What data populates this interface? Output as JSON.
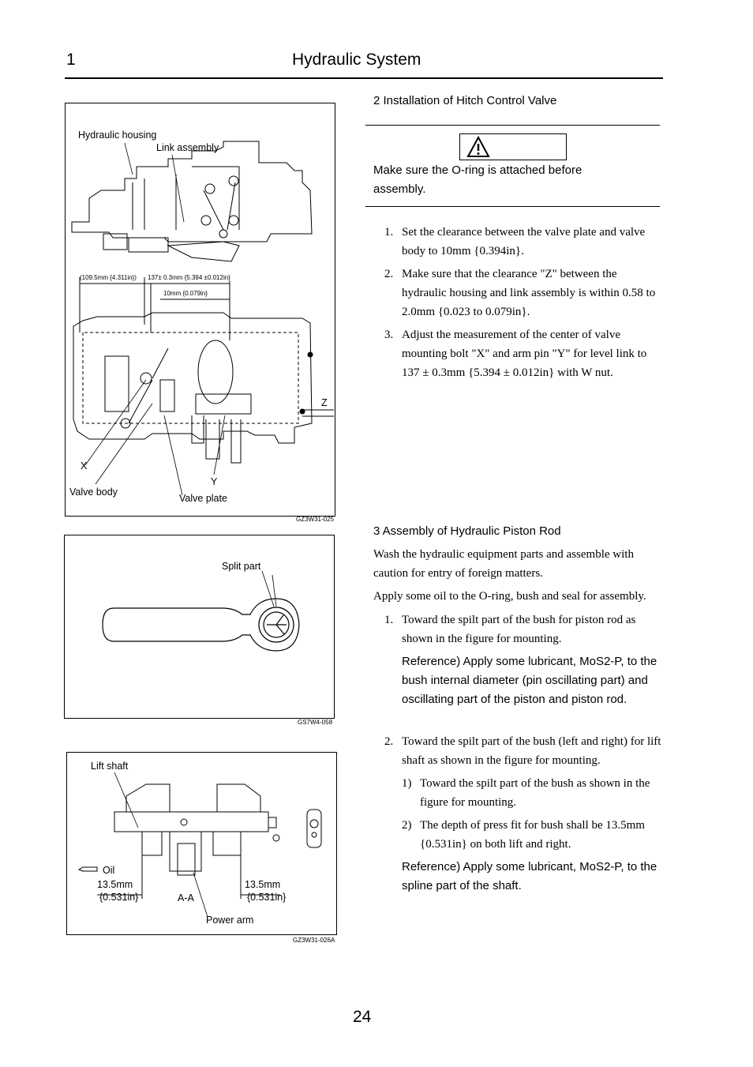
{
  "header": {
    "chapter_number": "1",
    "chapter_title": "Hydraulic System"
  },
  "figures": {
    "fig1": {
      "code": "GZ3W31-025",
      "labels": {
        "hydraulic_housing": "Hydraulic housing",
        "link_assembly": "Link assembly",
        "dim1": "(109.5mm {4.311in})",
        "dim2": "137± 0.3mm {5.394 ±0.012in}",
        "dim3": "10mm {0.079in}",
        "z": "Z",
        "x": "X",
        "y": "Y",
        "valve_body": "Valve body",
        "valve_plate": "Valve plate"
      }
    },
    "fig2": {
      "code": "GS7W4-058",
      "labels": {
        "split_part": "Split part"
      }
    },
    "fig3": {
      "code": "GZ3W31-026A",
      "labels": {
        "lift_shaft": "Lift shaft",
        "oil": "Oil",
        "dim_left_a": "13.5mm",
        "dim_left_b": "{0.531in}",
        "aa": "A-A",
        "dim_right_a": "13.5mm",
        "dim_right_b": "{0.531in}",
        "power_arm": "Power arm"
      }
    }
  },
  "section2": {
    "heading": "2   Installation of Hitch Control Valve",
    "caution": "Make sure the O-ring is attached before assembly.",
    "steps": [
      {
        "num": "1.",
        "text": "Set the clearance between the valve plate and valve body to 10mm {0.394in}."
      },
      {
        "num": "2.",
        "text": "Make sure that the clearance \"Z\" between the hydraulic housing and link assembly is within 0.58 to 2.0mm {0.023 to 0.079in}."
      },
      {
        "num": "3.",
        "text": "Adjust the measurement of the center of valve mounting bolt \"X\" and arm pin \"Y\" for level link to 137 ± 0.3mm {5.394 ± 0.012in} with W nut."
      }
    ]
  },
  "section3": {
    "heading": "3   Assembly of Hydraulic Piston Rod",
    "intro1": "Wash the hydraulic equipment parts and assemble with caution for entry of foreign matters.",
    "intro2": "Apply some oil to the O-ring, bush and seal for assembly.",
    "step1": {
      "num": "1.",
      "text": "Toward the spilt part of the bush for piston rod as shown in the figure for mounting."
    },
    "ref1": "Reference) Apply some lubricant, MoS2-P, to the bush internal diameter (pin oscillating part) and oscillating part of the piston and piston rod.",
    "step2": {
      "num": "2.",
      "text": "Toward the spilt part of the bush (left and right) for lift shaft as shown in the figure for mounting."
    },
    "sub1": {
      "num": "1)",
      "text": "Toward the spilt part of the bush as shown in the figure for mounting."
    },
    "sub2": {
      "num": "2)",
      "text": "The depth of press fit for bush shall be 13.5mm {0.531in} on both lift and right."
    },
    "ref2": "Reference) Apply some lubricant, MoS2-P, to the spline part of the shaft."
  },
  "page_number": "24"
}
